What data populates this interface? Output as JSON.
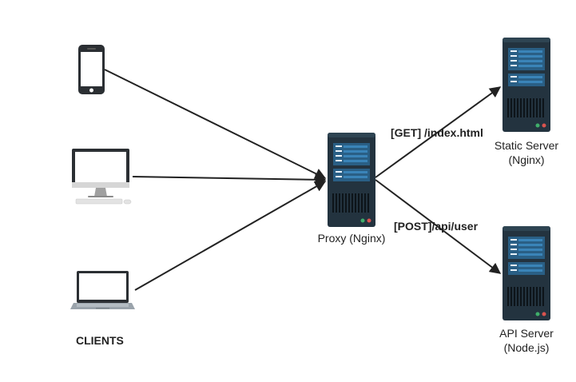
{
  "clients_label": "CLIENTS",
  "proxy": {
    "label": "Proxy (Nginx)"
  },
  "static_server": {
    "line1": "Static Server",
    "line2": "(Nginx)"
  },
  "api_server": {
    "line1": "API Server",
    "line2": "(Node.js)"
  },
  "routes": {
    "get": "[GET] /index.html",
    "post": "[POST]/api/user"
  },
  "colors": {
    "server_body": "#23333f",
    "server_panel": "#2a5f85",
    "server_slot": "#3a84b8",
    "line": "#222222",
    "led_green": "#3fae6a",
    "led_red": "#d9534f"
  }
}
